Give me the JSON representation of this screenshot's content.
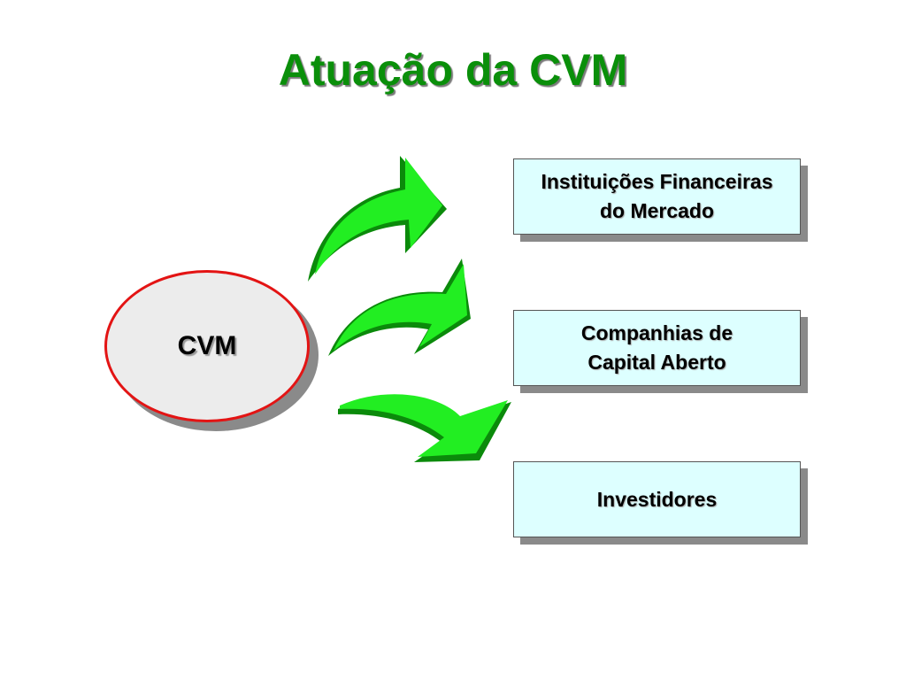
{
  "title": "Atuação da CVM",
  "center_node": {
    "label": "CVM"
  },
  "targets": [
    {
      "label": "Instituições Financeiras\ndo Mercado"
    },
    {
      "label": "Companhias  de\nCapital Aberto"
    },
    {
      "label": "Investidores"
    }
  ],
  "colors": {
    "title": "#0a8f0a",
    "arrow_fill": "#22ee22",
    "arrow_edge": "#0b8a0b",
    "ellipse_fill": "#ececec",
    "ellipse_border": "#e31414",
    "box_fill": "#ddffff"
  }
}
